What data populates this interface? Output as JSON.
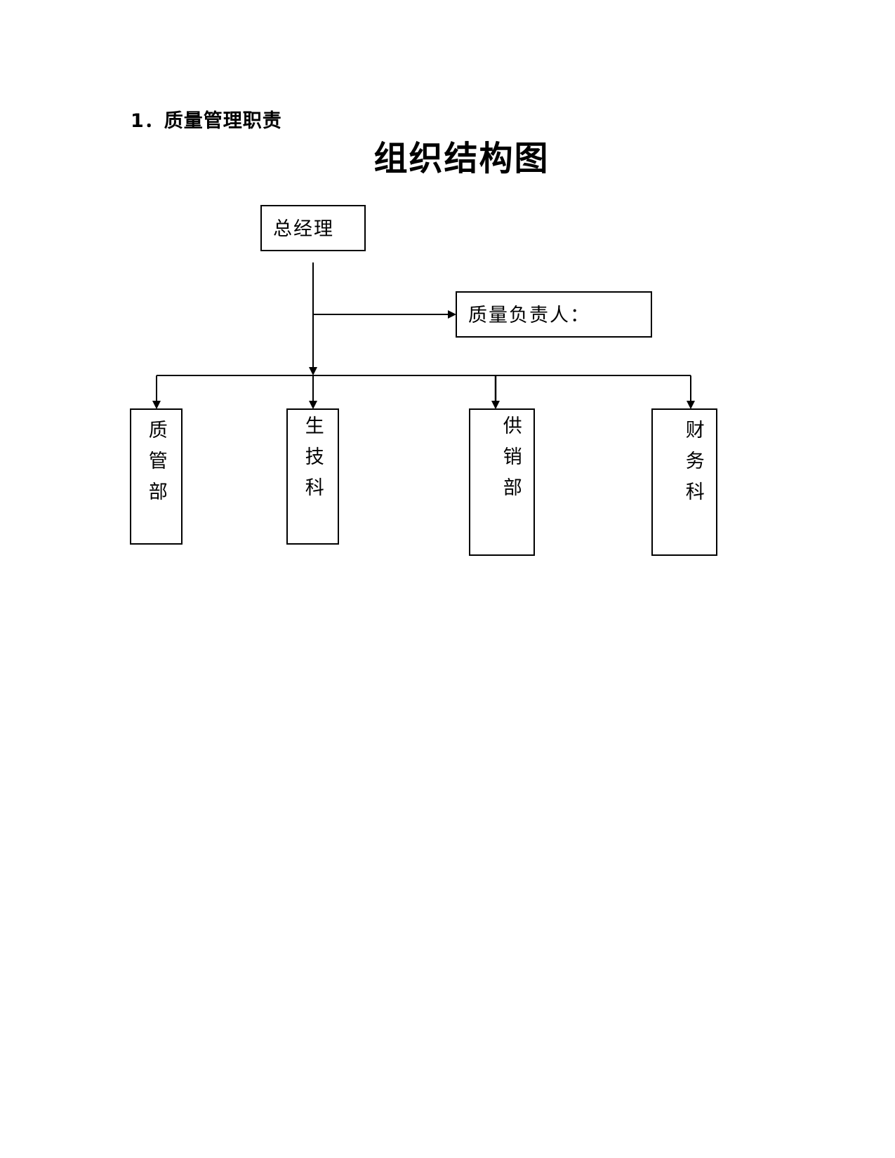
{
  "section": {
    "number": "1．",
    "heading": "质量管理职责"
  },
  "diagram": {
    "title": "组织结构图",
    "nodes": {
      "general_manager": "总经理",
      "quality_responsible": "质量负责人：",
      "quality_dept": "质管部",
      "production_tech": "生技科",
      "supply_sales": "供销部",
      "finance": "财务科"
    },
    "edges": [
      {
        "from": "general_manager",
        "to": "quality_responsible"
      },
      {
        "from": "general_manager",
        "to": "quality_dept"
      },
      {
        "from": "general_manager",
        "to": "production_tech"
      },
      {
        "from": "general_manager",
        "to": "supply_sales"
      },
      {
        "from": "general_manager",
        "to": "finance"
      }
    ]
  }
}
